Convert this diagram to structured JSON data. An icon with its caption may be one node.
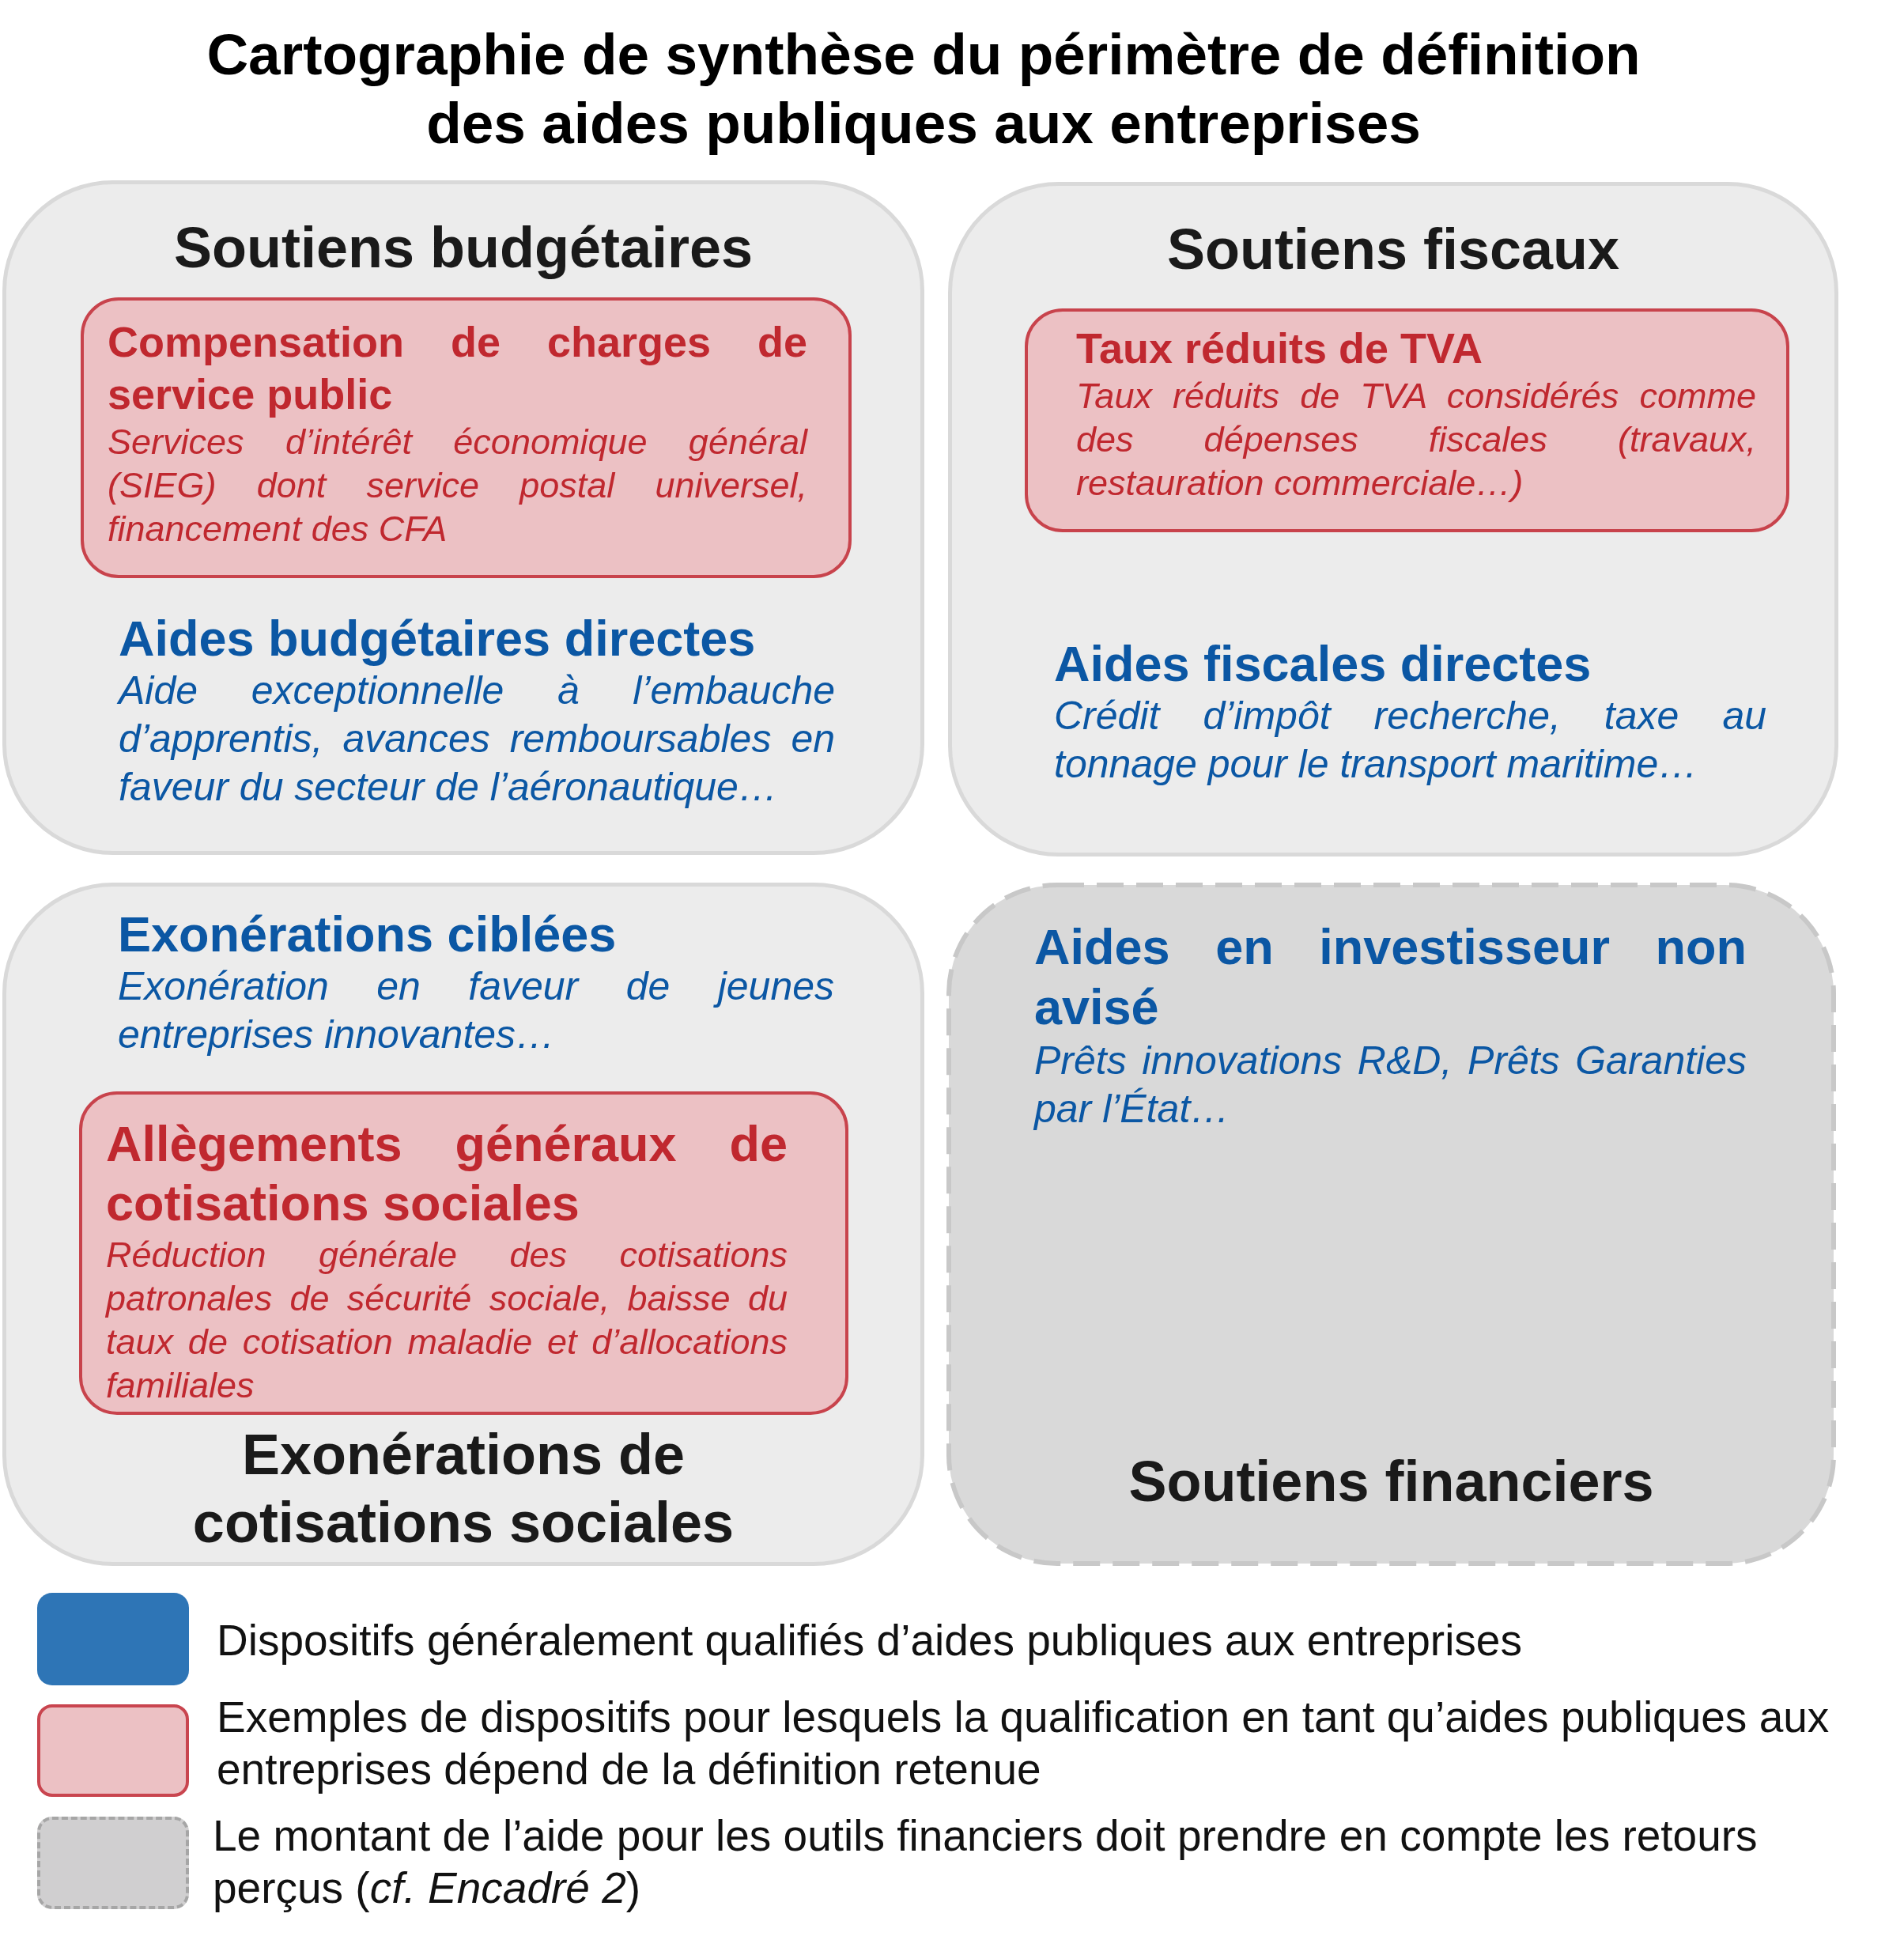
{
  "diagram": {
    "title": "Cartographie de synthèse du périmètre de définition des aides publiques aux entreprises",
    "nodes": [
      {
        "text": [
          "Soutiens budgétaires"
        ]
      },
      {
        "text": [
          "Compensation de charges de service public",
          "Services d’intérêt économique général (SIEG) dont service postal universel, financement des CFA"
        ],
        "in": 0
      },
      {
        "text": [
          "Aides budgétaires directes",
          "Aide exceptionnelle à l’embauche d’apprentis, avances remboursables en faveur du secteur de l’aéronautique…"
        ],
        "in": 0
      },
      {
        "text": [
          "Soutiens fiscaux"
        ]
      },
      {
        "text": [
          "Taux réduits de TVA",
          "Taux réduits de TVA considérés comme des dépenses fiscales (travaux, restauration commerciale…)"
        ],
        "in": 3
      },
      {
        "text": [
          "Aides fiscales directes",
          "Crédit d’impôt recherche, taxe au tonnage pour le transport maritime…"
        ],
        "in": 3
      },
      {
        "text": [
          "Exonérations de cotisations sociales"
        ]
      },
      {
        "text": [
          "Exonérations ciblées",
          "Exonération en faveur de jeunes entreprises innovantes…"
        ],
        "in": 6
      },
      {
        "text": [
          "Allègements généraux de cotisations sociales",
          "Réduction générale des cotisations patronales de sécurité sociale, baisse du taux de cotisation maladie et d’allocations familiales"
        ],
        "in": 6
      },
      {
        "text": [
          "Soutiens financiers"
        ]
      },
      {
        "text": [
          "Aides en investisseur non avisé",
          "Prêts innovations R&D, Prêts Garanties par l’État…"
        ],
        "in": 9
      }
    ],
    "legend": [
      {
        "text": "Dispositifs généralement qualifiés d’aides publiques aux entreprises",
        "color": "#2e75b6"
      },
      {
        "text": "Exemples de dispositifs pour lesquels la qualification en tant qu’aides publiques aux entreprises dépend de la définition retenue",
        "color": "#ecc1c4"
      },
      {
        "text": "Le montant de l’aide pour les outils financiers doit prendre en compte les retours perçus (*cf.* *Encadré 2*)",
        "color": "#d0cfd0"
      }
    ]
  }
}
